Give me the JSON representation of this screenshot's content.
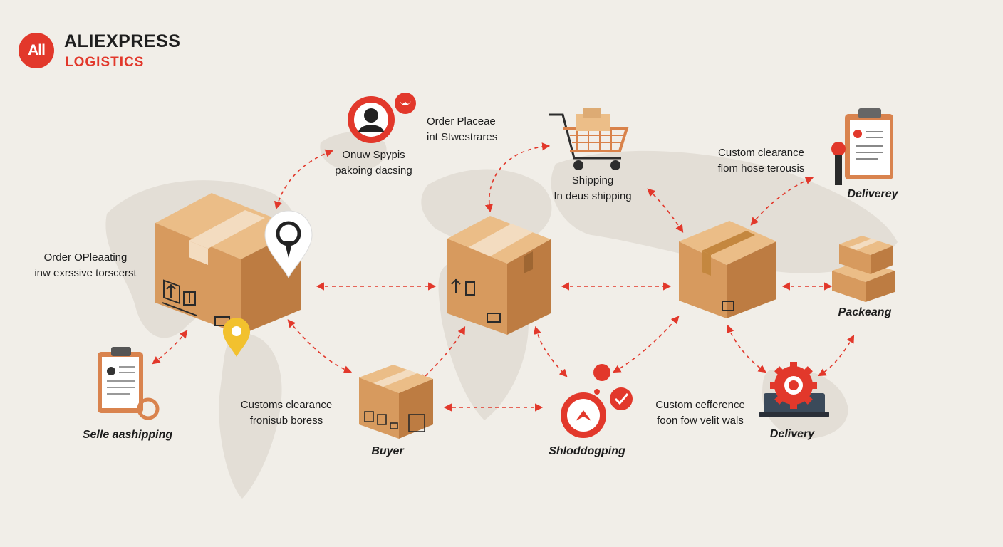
{
  "logo": {
    "badge": "All",
    "title": "ALIEXPRESS",
    "subtitle": "LOGISTICS"
  },
  "labels": {
    "order_placed": [
      "Order Placeae",
      "int Stwestrares"
    ],
    "onw_spypis": [
      "Onuw Spypis",
      "pakoing dacsing"
    ],
    "shipping_top": [
      "Shipping",
      "In deus shipping"
    ],
    "custom_clearance_top": [
      "Custom clearance",
      "flom hose terousis"
    ],
    "delivery_top": "Deliverey",
    "order_left": [
      "Order OPleaating",
      "inw exrssive torscerst"
    ],
    "packaging_right": "Packeang",
    "seller_shipping": "Selle aashipping",
    "customs_clearance_bottom": [
      "Customs clеarance",
      "fronisub boress"
    ],
    "buyer": "Buyer",
    "shlodd": "Shloddogping",
    "custom_cefference": [
      "Custom cefference",
      "foon fow velit wals"
    ],
    "delivery_bottom": "Delivery"
  },
  "colors": {
    "accent": "#e2382b",
    "box_front": "#d79a5e",
    "box_side": "#c17f45",
    "box_top": "#ebbd87",
    "tape": "#f3dcc0",
    "pin_yellow": "#f2c12e",
    "map": "#e2ddd6"
  }
}
